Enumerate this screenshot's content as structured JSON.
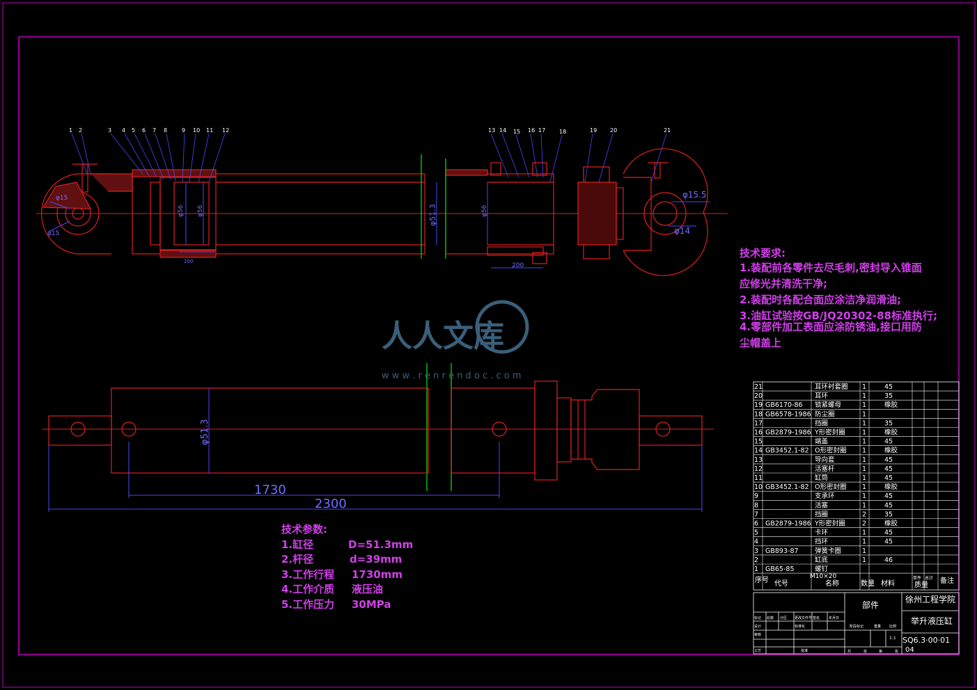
{
  "colors": {
    "border": "#c000c0",
    "part": "#e02020",
    "dim": "#4848ff",
    "green": "#00c000",
    "hatch": "#c03030",
    "text_magenta": "#d040e8",
    "table": "#ffffff",
    "watermark": "#3a5f7a"
  },
  "balloons": [
    "1",
    "2",
    "3",
    "4",
    "5",
    "6",
    "7",
    "8",
    "9",
    "10",
    "11",
    "12",
    "13",
    "14",
    "15",
    "16",
    "17",
    "18",
    "19",
    "20",
    "21"
  ],
  "dims_section": {
    "bore_left": "φ15",
    "bore_left_bottom": "φ15",
    "d1": "φ56",
    "d2": "φ56",
    "d3": "φ51.3",
    "d4": "φ56",
    "len_200": "200",
    "len_200b": "200",
    "right_d1": "φ15.5",
    "right_d2": "φ14"
  },
  "dims_outline": {
    "dia": "φ51.3",
    "stroke": "1730",
    "total": "2300"
  },
  "tech_req": {
    "title": "技术要求:",
    "lines": [
      "1.装配前各零件去尽毛刺,密封导入锥面",
      "应修光并清洗干净;",
      "2.装配时各配合面应涂洁净润滑油;",
      "3.油缸试验按GB/JQ20302-88标准执行;",
      "4.零部件加工表面应涂防锈油,接口用防",
      "尘帽盖上"
    ]
  },
  "tech_params": {
    "title": "技术参数:",
    "rows": [
      {
        "label": "1.缸径",
        "value": "D=51.3mm"
      },
      {
        "label": "2.杆径",
        "value": "d=39mm"
      },
      {
        "label": "3.工作行程",
        "value": "1730mm"
      },
      {
        "label": "4.工作介质",
        "value": "液压油"
      },
      {
        "label": "5.工作压力",
        "value": "30MPa"
      }
    ]
  },
  "watermark": {
    "text": "人人文库",
    "url": "w w w . r e n r e n d o c . c o m"
  },
  "bom": [
    {
      "no": "21",
      "code": "",
      "name": "耳环衬套圈",
      "qty": "1",
      "mat": "45"
    },
    {
      "no": "20",
      "code": "",
      "name": "耳环",
      "qty": "1",
      "mat": "35"
    },
    {
      "no": "19",
      "code": "GB6170-86",
      "name": "锁紧螺母",
      "qty": "1",
      "mat": "橡胶"
    },
    {
      "no": "18",
      "code": "GB6578-1986",
      "name": "防尘圈",
      "qty": "1",
      "mat": ""
    },
    {
      "no": "17",
      "code": "",
      "name": "挡圈",
      "qty": "1",
      "mat": "35"
    },
    {
      "no": "16",
      "code": "GB2879-1986",
      "name": "Y形密封圈",
      "qty": "1",
      "mat": "橡胶"
    },
    {
      "no": "15",
      "code": "",
      "name": "端盖",
      "qty": "1",
      "mat": "45"
    },
    {
      "no": "14",
      "code": "GB3452.1-82",
      "name": "O形密封圈",
      "qty": "1",
      "mat": "橡胶"
    },
    {
      "no": "13",
      "code": "",
      "name": "导向套",
      "qty": "1",
      "mat": "45"
    },
    {
      "no": "12",
      "code": "",
      "name": "活塞杆",
      "qty": "1",
      "mat": "45"
    },
    {
      "no": "11",
      "code": "",
      "name": "缸筒",
      "qty": "1",
      "mat": "45"
    },
    {
      "no": "10",
      "code": "GB3452.1-82",
      "name": "O形密封圈",
      "qty": "1",
      "mat": "橡胶"
    },
    {
      "no": "9",
      "code": "",
      "name": "支承环",
      "qty": "1",
      "mat": "45"
    },
    {
      "no": "8",
      "code": "",
      "name": "活塞",
      "qty": "1",
      "mat": "45"
    },
    {
      "no": "7",
      "code": "",
      "name": "挡圈",
      "qty": "2",
      "mat": "35"
    },
    {
      "no": "6",
      "code": "GB2879-1986",
      "name": "Y形密封圈",
      "qty": "2",
      "mat": "橡胶"
    },
    {
      "no": "5",
      "code": "",
      "name": "卡环",
      "qty": "1",
      "mat": "45"
    },
    {
      "no": "4",
      "code": "",
      "name": "挡环",
      "qty": "1",
      "mat": "45"
    },
    {
      "no": "3",
      "code": "GB893-87",
      "name": "弹簧卡圈",
      "qty": "1",
      "mat": ""
    },
    {
      "no": "2",
      "code": "",
      "name": "缸底",
      "qty": "1",
      "mat": "46"
    },
    {
      "no": "1",
      "code": "GB65-85",
      "name": "螺钉",
      "qty": "",
      "mat": ""
    }
  ],
  "bom_extra": "M10×20",
  "bom_header": {
    "no": "序号",
    "code": "代号",
    "name": "名称",
    "qty": "数量",
    "mat": "材料",
    "single": "单件",
    "total": "总计",
    "weight": "质量",
    "remark": "备注"
  },
  "title_block": {
    "part": "部件",
    "school": "徐州工程学院",
    "title": "举升液压缸",
    "drawing_no": "SQ6.3·00·01",
    "sheet": "04",
    "scale_label": "比例",
    "labels_left": [
      "标记",
      "处数",
      "分区",
      "更改文件号",
      "签名",
      "年月日"
    ],
    "labels_row2": [
      "设计",
      "",
      "标准化",
      "",
      "阶段标记",
      "重量"
    ],
    "labels_row3": [
      "审核"
    ],
    "labels_row4": [
      "工艺",
      "",
      "批准"
    ],
    "sheet_labels": [
      "共",
      "张",
      "第",
      "张"
    ],
    "small": "1:1"
  }
}
